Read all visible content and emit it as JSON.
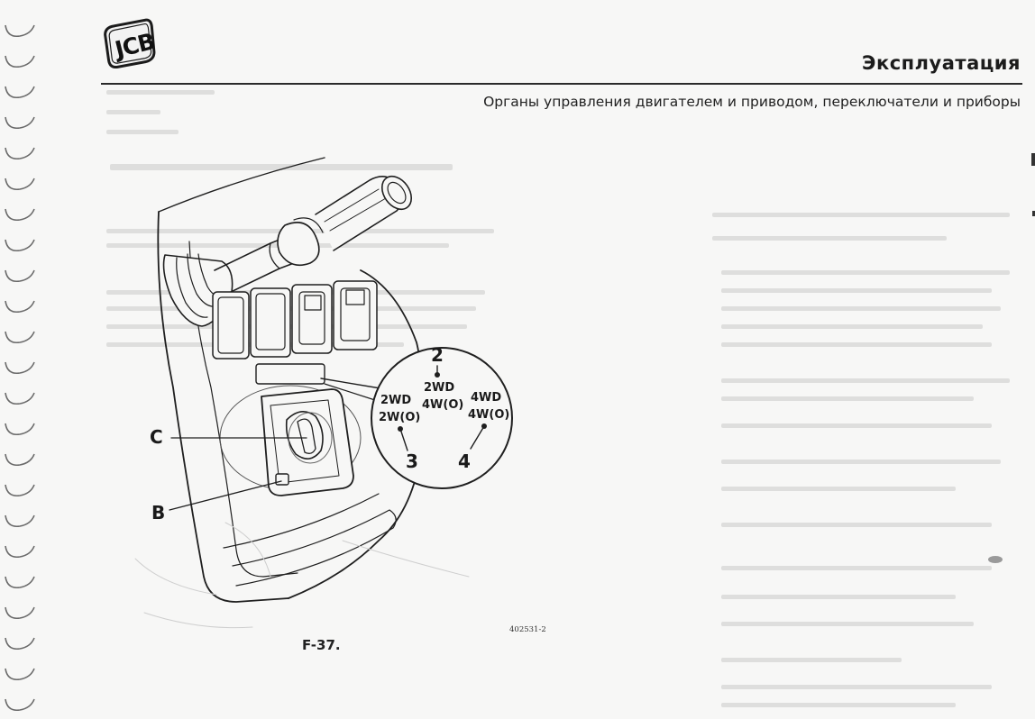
{
  "header": {
    "logo_text": "JCB",
    "section_title": "Эксплуатация",
    "subtitle": "Органы управления двигателем и приводом, переключатели и приборы"
  },
  "figure": {
    "label": "F-37.",
    "code": "402531-2",
    "callouts": {
      "c": "C",
      "b": "B",
      "n2": "2",
      "n3": "3",
      "n4": "4"
    },
    "positions": {
      "pos2_line1": "2WD",
      "pos2_line2": "4W(O)",
      "pos3_line1": "2WD",
      "pos3_line2": "2W(O)",
      "pos4_line1": "4WD",
      "pos4_line2": "4W(O)"
    }
  },
  "colors": {
    "ink": "#1f1f1f",
    "paper": "#f7f7f6"
  }
}
